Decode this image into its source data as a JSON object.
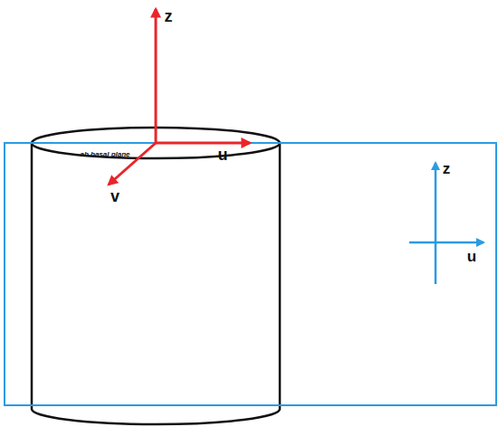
{
  "diagram": {
    "labels": [
      "z",
      "u",
      "v",
      "ab basal plane",
      "z",
      "u"
    ]
  }
}
